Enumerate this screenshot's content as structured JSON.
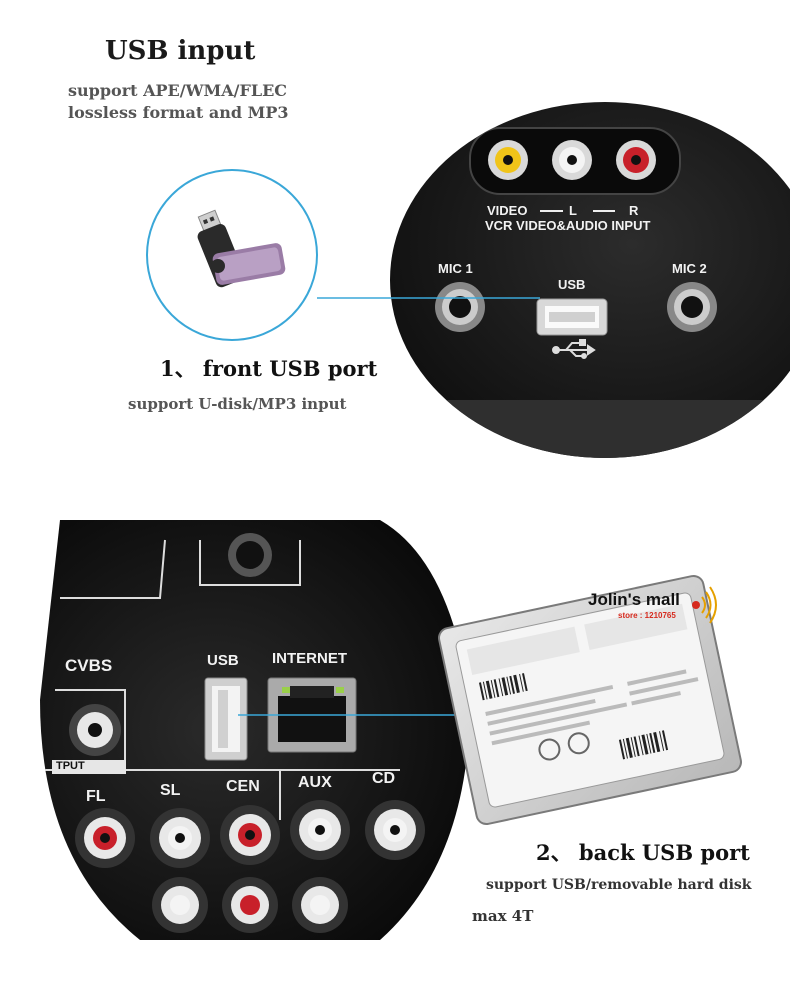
{
  "header": {
    "title": "USB input",
    "desc_line1": "support APE/WMA/FLEC",
    "desc_line2": "lossless format and MP3"
  },
  "front": {
    "title": "1、 front USB port",
    "subtitle": "support U-disk/MP3 input",
    "panel_labels": {
      "video": "VIDEO",
      "l": "L",
      "r": "R",
      "vcr": "VCR VIDEO&AUDIO INPUT",
      "mic1": "MIC 1",
      "mic2": "MIC 2",
      "usb": "USB"
    }
  },
  "back": {
    "title": "2、 back USB port",
    "subtitle": "support USB/removable hard disk",
    "max": "max 4T",
    "panel_labels": {
      "cvbs": "CVBS",
      "usb": "USB",
      "internet": "INTERNET",
      "output": "TPUT",
      "fl": "FL",
      "sl": "SL",
      "cen": "CEN",
      "aux": "AUX",
      "cd": "CD"
    }
  },
  "watermark": {
    "brand": "Jolin's mall",
    "store": "store : 1210765"
  },
  "colors": {
    "panel": "#1b1b1b",
    "accent_line": "#3aa7d8",
    "rca_red": "#c8202a",
    "rca_yellow": "#f0c419"
  }
}
